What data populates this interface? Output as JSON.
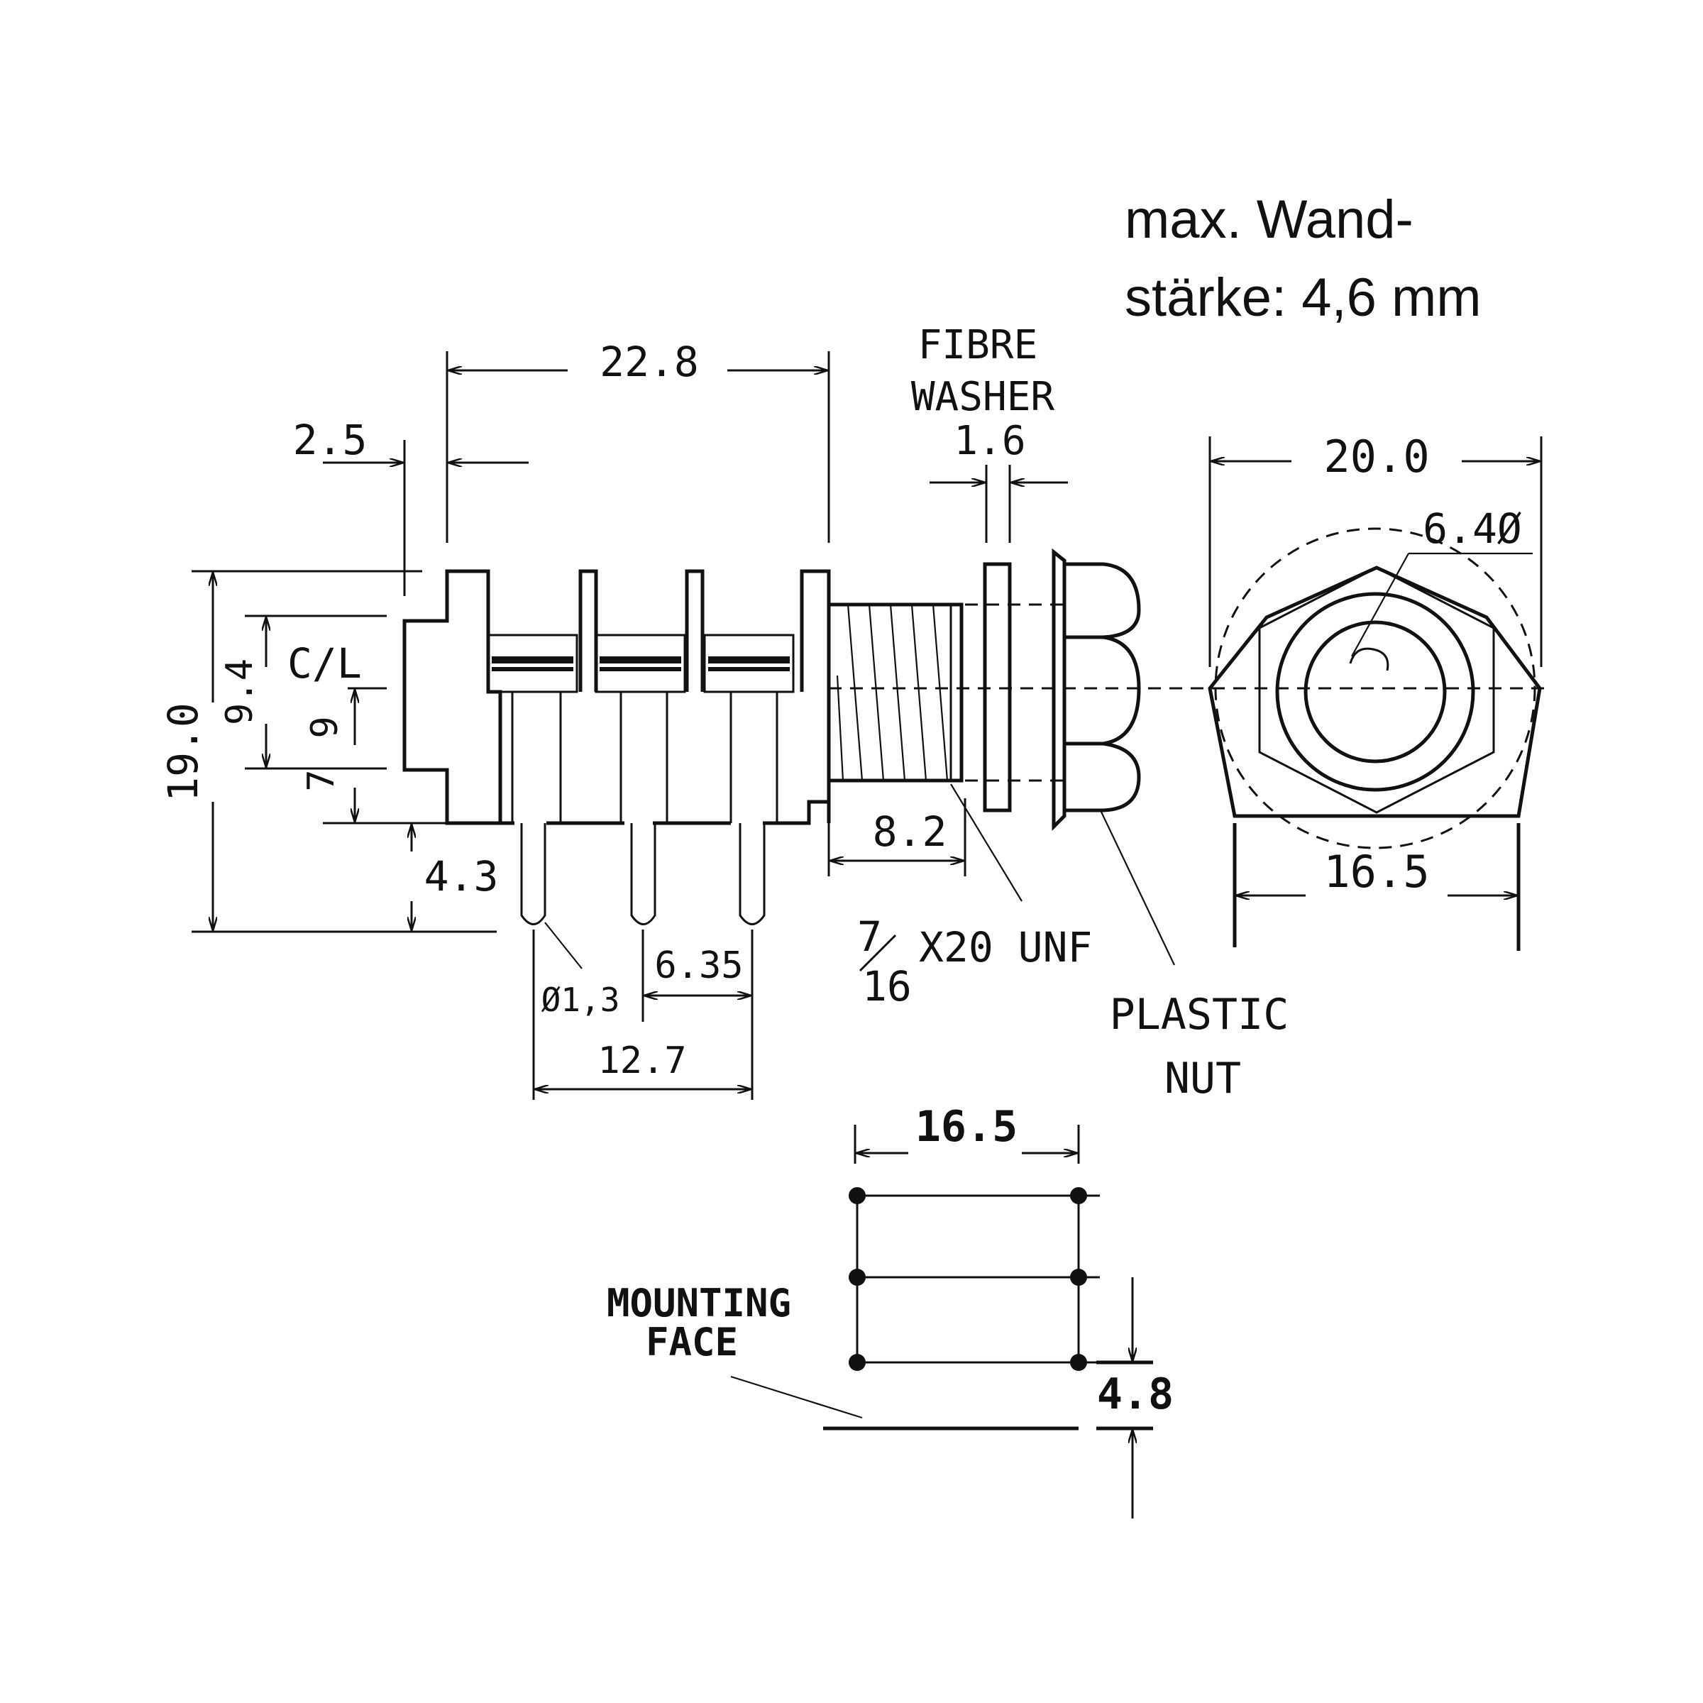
{
  "note": {
    "line1": "max. Wand-",
    "line2": "stärke: 4,6 mm"
  },
  "dimensions": {
    "d22_8": "22.8",
    "d2_5": "2.5",
    "d19_0": "19.0",
    "d9_4": "9.4",
    "d9": "9",
    "d7": "7",
    "d4_3": "4.3",
    "d8_2": "8.2",
    "d1_6": "1.6",
    "d20_0": "20.0",
    "d6_40": "6.4Ø",
    "d16_5_front": "16.5",
    "d6_35": "6.35",
    "d12_7": "12.7",
    "dia1_3": "Ø1,3",
    "d16_5_mount": "16.5",
    "d4_8": "4.8"
  },
  "labels": {
    "centerline": "C/L",
    "fibre": "FIBRE",
    "washer": "WASHER",
    "thread_num": "7",
    "thread_den": "16",
    "thread_rest": "X20 UNF",
    "plastic": "PLASTIC",
    "nut": "NUT",
    "mounting": "MOUNTING",
    "face": "FACE"
  }
}
